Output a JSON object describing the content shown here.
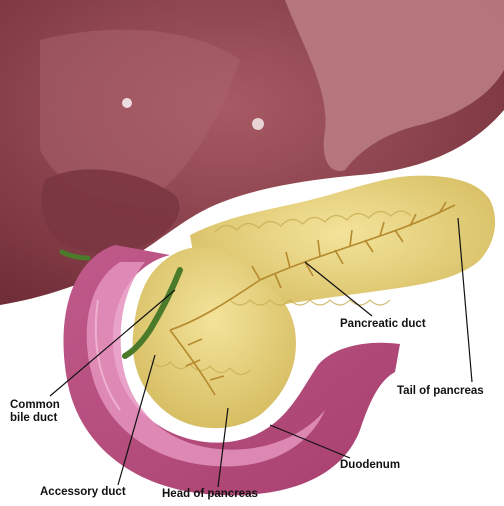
{
  "labels": {
    "pancreatic_duct": "Pancreatic duct",
    "tail_of_pancreas": "Tail of pancreas",
    "common_bile_duct_line1": "Common",
    "common_bile_duct_line2": "bile duct",
    "duodenum": "Duodenum",
    "accessory_duct": "Accessory duct",
    "head_of_pancreas": "Head of pancreas"
  },
  "colors": {
    "liver": "#8a3e48",
    "liver_light": "#a2565e",
    "stomach": "#b87a82",
    "pancreas": "#e6d278",
    "pancreas_shadow": "#c9b050",
    "duodenum_outer": "#b04a7a",
    "duodenum_inner": "#e08cb8",
    "bile_duct": "#4a7a2a",
    "leader_line": "#111111"
  }
}
